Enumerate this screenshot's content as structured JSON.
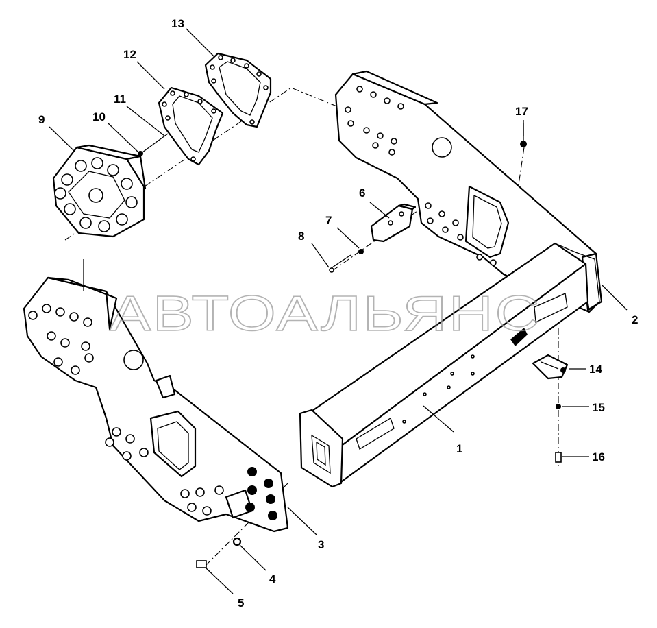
{
  "watermark": "АВТОАЛЬЯНС",
  "callouts": {
    "c1": "1",
    "c2": "2",
    "c3": "3",
    "c4": "4",
    "c5": "5",
    "c6": "6",
    "c7": "7",
    "c8": "8",
    "c9": "9",
    "c10": "10",
    "c11": "11",
    "c12": "12",
    "c13": "13",
    "c14": "14",
    "c15": "15",
    "c16": "16",
    "c17": "17"
  }
}
